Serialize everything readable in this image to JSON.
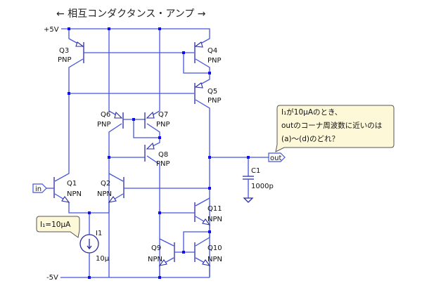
{
  "title": "← 相互コンダクタンス・アンプ →",
  "rails": {
    "vpos": "+5V",
    "vneg": "-5V"
  },
  "ports": {
    "in": "in",
    "out": "out"
  },
  "transistors": [
    {
      "ref": "Q1",
      "type": "NPN"
    },
    {
      "ref": "Q2",
      "type": "NPN"
    },
    {
      "ref": "Q3",
      "type": "PNP"
    },
    {
      "ref": "Q4",
      "type": "PNP"
    },
    {
      "ref": "Q5",
      "type": "PNP"
    },
    {
      "ref": "Q6",
      "type": "PNP"
    },
    {
      "ref": "Q7",
      "type": "PNP"
    },
    {
      "ref": "Q8",
      "type": "PNP"
    },
    {
      "ref": "Q9",
      "type": "NPN"
    },
    {
      "ref": "Q10",
      "type": "NPN"
    },
    {
      "ref": "Q11",
      "type": "NPN"
    }
  ],
  "capacitor": {
    "ref": "C1",
    "value": "1000p"
  },
  "current_source": {
    "ref": "I1",
    "value": "10μ"
  },
  "callouts": {
    "bias": "I₁=10μA",
    "question": [
      "I₁が10μAのとき、",
      "outのコーナ周波数に近いのは",
      "(a)〜(d)のどれ？"
    ]
  },
  "colors": {
    "wire": "#4455dd",
    "symbol": "#2a2aa0",
    "junction": "#1010ee",
    "bubble": "#fdf8d8"
  }
}
